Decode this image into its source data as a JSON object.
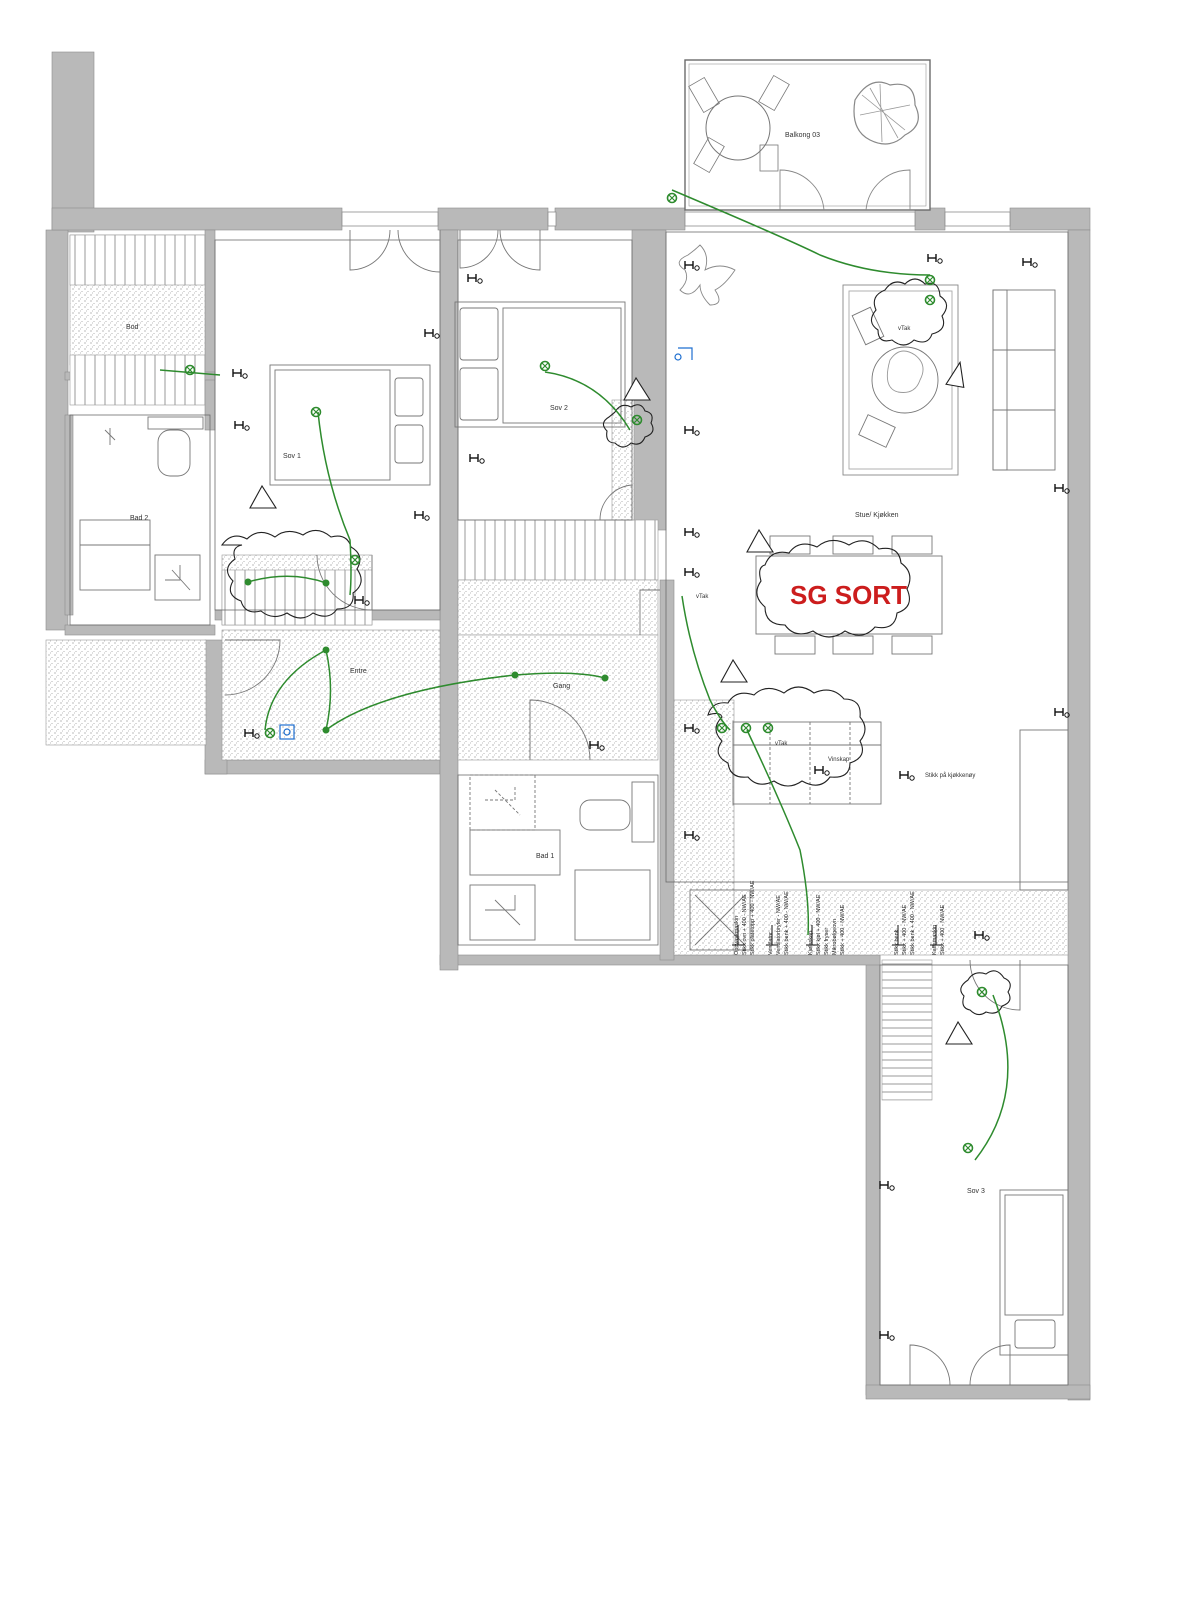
{
  "plan": {
    "stamp": "SG SORT",
    "rooms": {
      "balkong": "Balkong 03",
      "bod": "Bod",
      "bad2": "Bad 2",
      "sov1": "Sov 1",
      "sov2": "Sov 2",
      "stue": "Stue/ Kjøkken",
      "entre": "Entre",
      "gang": "Gang",
      "bad1": "Bad 1",
      "sov3": "Sov 3"
    },
    "labels": {
      "vtak_stue": "vTak",
      "vtak_kitchen": "vTak",
      "vtak_wall": "vTak",
      "vinskap": "Vinskap",
      "stikk_kjokkenoy": "Stikk på kjøkkenøy"
    },
    "legend_lines": [
      "Oppvaskmaskin",
      "Stikk ovn + 400 - NW/AE",
      "Stikk platetopp + 400 - NW/AE",
      "Ventilator",
      "Ventilatorbryter - NW/AE",
      "Stikk benk + 400 - NW/AE",
      "Kjøleskap",
      "Stikk kjøl + 400 - NW/AE",
      "Stikk fryser",
      "Mikrobølgeovn",
      "Stikk + 400 - NW/AE",
      "Stikk benk",
      "Stikk + 400 - NW/AE",
      "Stikk benk + 400 - NW/AE",
      "Kaffemaskin",
      "Stikk + 400 - NW/AE"
    ],
    "colors": {
      "wall": "#b9b9b9",
      "line": "#555555",
      "electric": "#2e8b2e",
      "stamp": "#cc1d1d",
      "blue_switch": "#1e6fd0"
    }
  }
}
